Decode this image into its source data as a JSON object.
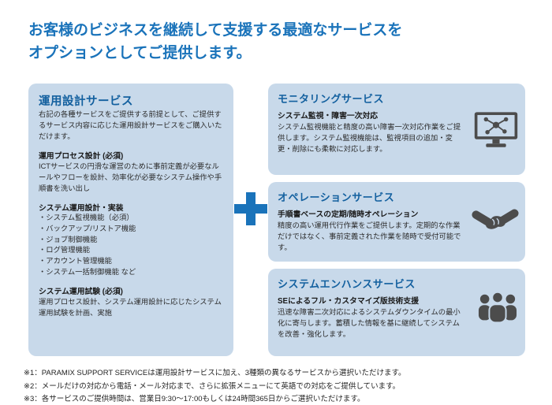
{
  "colors": {
    "accent_blue": "#1a73ba",
    "box_background": "#c8d9ea",
    "box_title_blue": "#13609f",
    "icon_gray": "#4c4c4c"
  },
  "heading": {
    "line1": "お客様のビジネスを継続して支援する最適なサービスを",
    "line2": "オプションとしてご提供します。"
  },
  "left_box": {
    "title": "運用設計サービス",
    "intro": "右記の各種サービスをご提供する前提として、ご提供するサービス内容に応じた運用設計サービスをご購入いただけます。",
    "sections": [
      {
        "heading": "運用プロセス設計 (必須)",
        "body": "ICTサービスの円滑な運営のために事前定義が必要なルールやフローを設計、効率化が必要なシステム操作や手順書を洗い出し"
      },
      {
        "heading": "システム運用設計・実装",
        "items": [
          "・システム監視機能（必須）",
          "・バックアップ/リストア機能",
          "・ジョブ制御機能",
          "・ログ管理機能",
          "・アカウント管理機能",
          "・システム一括制御機能 など"
        ]
      },
      {
        "heading": "システム運用試験 (必須)",
        "body": "運用プロセス設計、システム運用設計に応じたシステム運用試験を計画、実施"
      }
    ]
  },
  "plus_symbol": "plus-icon",
  "right_boxes": [
    {
      "title": "モニタリングサービス",
      "subtitle": "システム監視・障害一次対応",
      "body": "システム監視機能と精度の高い障害一次対応作業をご提供します。システム監視機能は、監視項目の追加・変更・削除にも柔軟に対応します。",
      "icon": "monitor-network-icon"
    },
    {
      "title": "オペレーションサービス",
      "subtitle": "手順書ベースの定期/随時オペレーション",
      "body": "精度の高い運用代行作業をご提供します。定期的な作業だけではなく、事前定義された作業を随時で受付可能です。",
      "icon": "handshake-icon"
    },
    {
      "title": "システムエンハンスサービス",
      "subtitle": "SEによるフル・カスタマイズ版技術支援",
      "body": "迅速な障害二次対応によるシステムダウンタイムの最小化に寄与します。蓄積した情報を基に継続してシステムを改善・強化します。",
      "icon": "people-group-icon"
    }
  ],
  "footnotes": [
    "※1：PARAMIX SUPPORT SERVICEは運用設計サービスに加え、3種類の異なるサービスから選択いただけます。",
    "※2：メールだけの対応から電話・メール対応まで、さらに拡張メニューにて英語での対応をご提供しています。",
    "※3：各サービスのご提供時間は、営業日9:30〜17:00もしくは24時間365日からご選択いただけます。"
  ]
}
